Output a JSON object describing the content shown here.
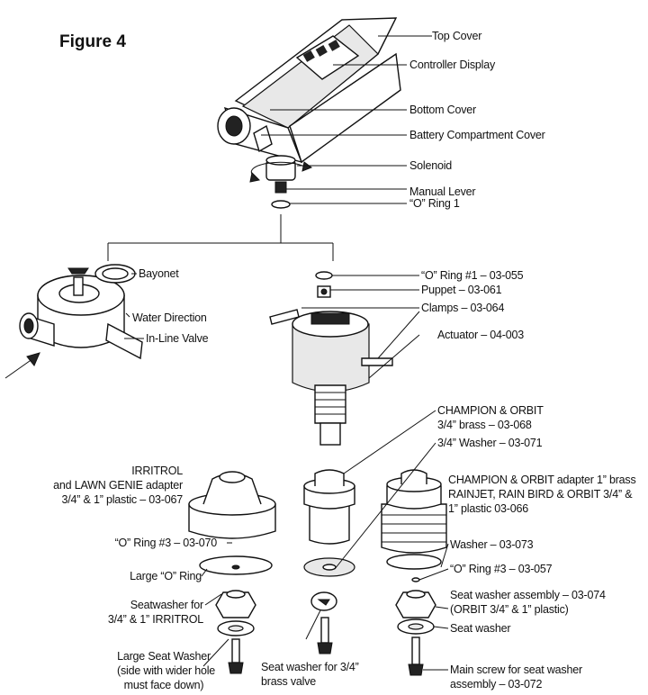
{
  "figure_title": "Figure 4",
  "labels": {
    "top_cover": "Top Cover",
    "controller_display": "Controller Display",
    "bottom_cover": "Bottom Cover",
    "battery_cover": "Battery Compartment Cover",
    "solenoid": "Solenoid",
    "manual_lever": "Manual Lever",
    "o_ring_1": "“O” Ring 1",
    "bayonet": "Bayonet",
    "water_direction": "Water Direction",
    "inline_valve": "In-Line Valve",
    "o_ring_055": "“O” Ring #1 – 03-055",
    "puppet": "Puppet – 03-061",
    "clamps": "Clamps – 03-064",
    "actuator": "Actuator – 04-003",
    "champion_brass_1": "CHAMPION & ORBIT",
    "champion_brass_2": "3/4” brass – 03-068",
    "washer_071": "3/4” Washer – 03-071",
    "irritrol_1": "IRRITROL",
    "irritrol_2": "and LAWN GENIE  adapter",
    "irritrol_3": "3/4” & 1” plastic – 03-067",
    "adapter_1": "CHAMPION & ORBIT adapter 1” brass",
    "adapter_2": "RAINJET, RAIN BIRD & ORBIT 3/4” &",
    "adapter_3": "1” plastic 03-066",
    "o_ring_070": "“O” Ring #3 – 03-070",
    "washer_073": "Washer – 03-073",
    "large_o_ring": "Large “O” Ring",
    "o_ring_057": "“O” Ring #3 – 03-057",
    "seatwasher_irr_1": "Seatwasher for",
    "seatwasher_irr_2": "3/4” & 1” IRRITROL",
    "seat_assembly_1": "Seat washer assembly – 03-074",
    "seat_assembly_2": "(ORBIT 3/4” & 1” plastic)",
    "seat_washer": "Seat washer",
    "large_seat_1": "Large Seat Washer",
    "large_seat_2": "(side with wider hole",
    "large_seat_3": "must face down)",
    "seat_brass_1": "Seat washer for 3/4”",
    "seat_brass_2": "brass valve",
    "main_screw_1": "Main screw for seat washer",
    "main_screw_2": "assembly – 03-072"
  }
}
